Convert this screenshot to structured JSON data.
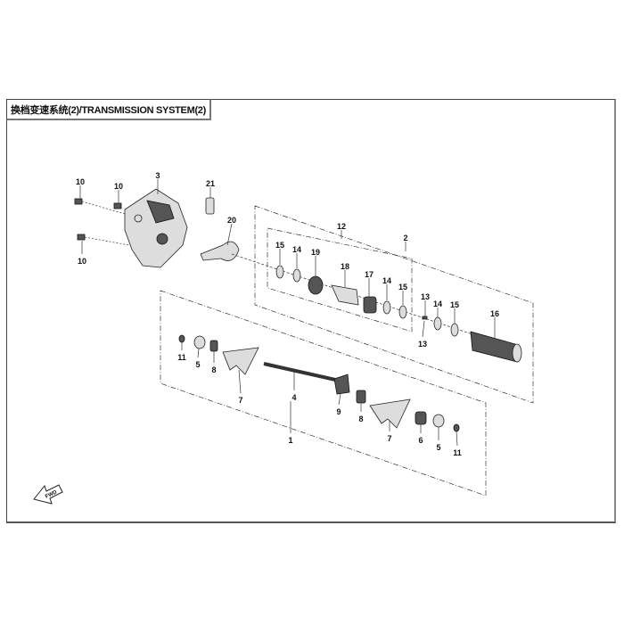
{
  "title": "换档变速系统(2)/TRANSMISSION SYSTEM(2)",
  "fwd_label": "FWD",
  "callouts": {
    "c10a": "10",
    "c10b": "10",
    "c3": "3",
    "c21": "21",
    "c20": "20",
    "c10c": "10",
    "c12": "12",
    "c2": "2",
    "c15a": "15",
    "c14a": "14",
    "c19": "19",
    "c18": "18",
    "c17": "17",
    "c14b": "14",
    "c15b": "15",
    "c13a": "13",
    "c14c": "14",
    "c15c": "15",
    "c16": "16",
    "c13b": "13",
    "c11a": "11",
    "c5a": "5",
    "c8a": "8",
    "c7a": "7",
    "c4": "4",
    "c9": "9",
    "c8b": "8",
    "c7b": "7",
    "c6": "6",
    "c5b": "5",
    "c11b": "11",
    "c1": "1"
  }
}
